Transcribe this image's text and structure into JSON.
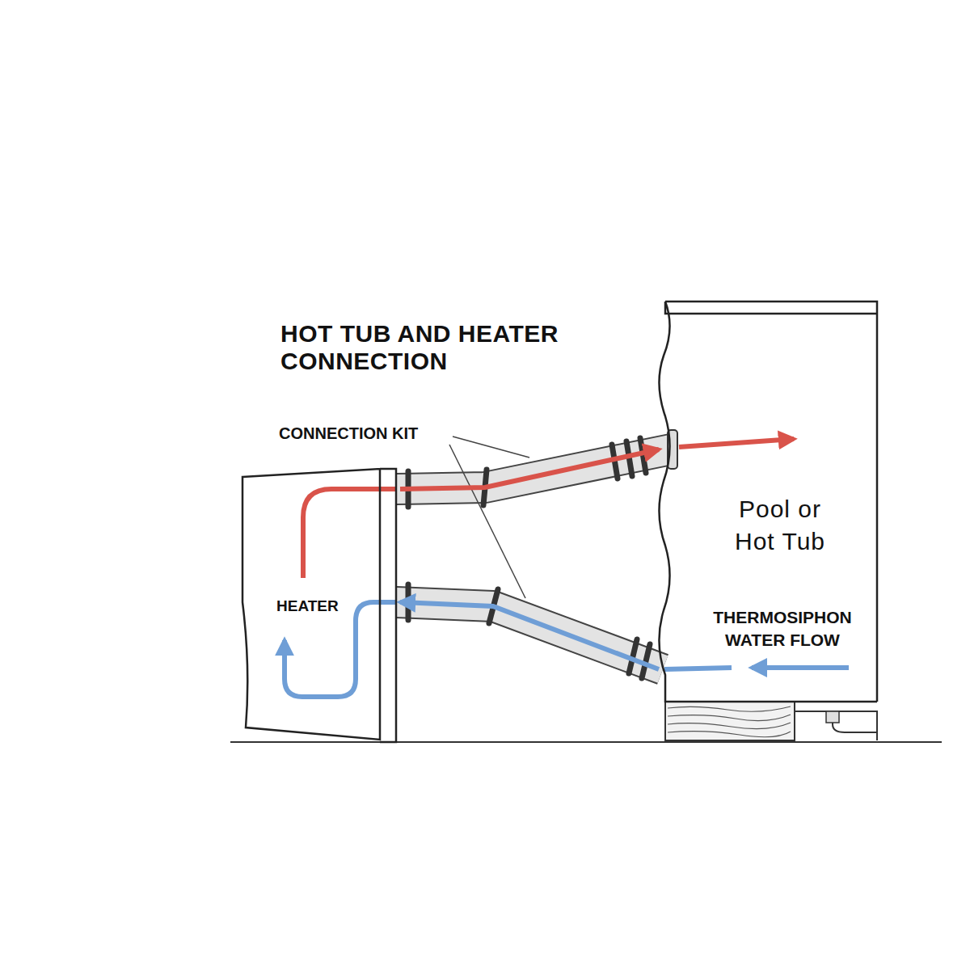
{
  "diagram": {
    "title": "HOT TUB AND HEATER CONNECTION",
    "nodes": [
      {
        "text": [
          "HEATER"
        ]
      },
      {
        "text": [
          "Pool or Hot Tub"
        ]
      }
    ],
    "edges": [
      {
        "from": 0,
        "to": 1,
        "arrow": "to"
      },
      {
        "from": 1,
        "to": 0,
        "arrow": "to"
      }
    ],
    "labels": [
      "CONNECTION KIT",
      "THERMOSIPHON WATER FLOW"
    ]
  }
}
